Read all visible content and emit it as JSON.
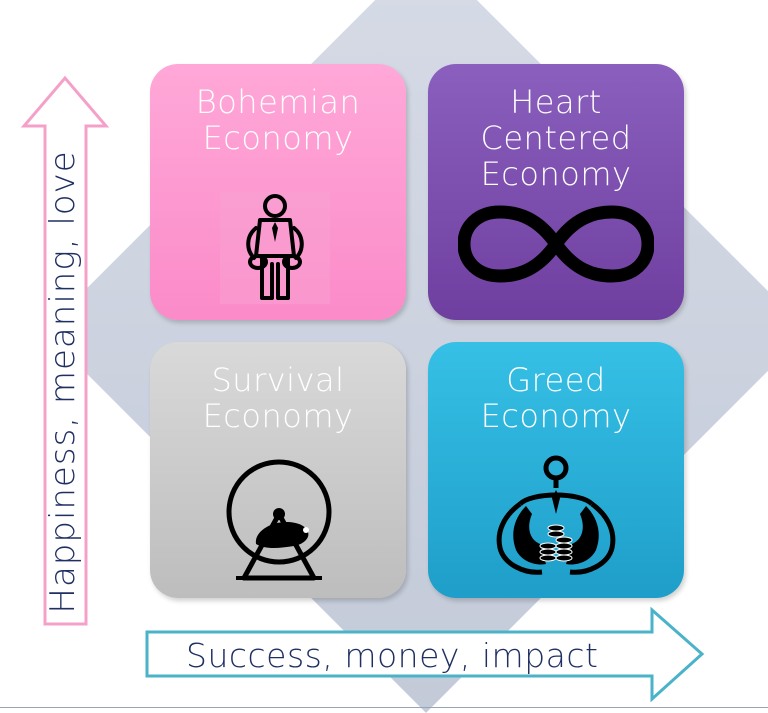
{
  "colors": {
    "bohemian": "#fb8bc9",
    "heart": "#7a4aad",
    "survival": "#c8c8c8",
    "greed": "#29afd8",
    "diamond": "#c9d0dd",
    "label_text": "#1f2f62",
    "vertical_arrow": "#f5a0c8",
    "horizontal_arrow": "#4ab3c9"
  },
  "quadrants": {
    "top_left": {
      "line1": "Bohemian",
      "line2": "Economy",
      "icon": "broke-man-icon"
    },
    "top_right": {
      "line1": "Heart",
      "line2": "Centered",
      "line3": "Economy",
      "icon": "infinity-icon"
    },
    "bottom_left": {
      "line1": "Survival",
      "line2": "Economy",
      "icon": "hamster-wheel-icon"
    },
    "bottom_right": {
      "line1": "Greed",
      "line2": "Economy",
      "icon": "money-grab-icon"
    }
  },
  "axes": {
    "vertical_label": "Happiness, meaning, love",
    "horizontal_label": "Success, money, impact"
  }
}
